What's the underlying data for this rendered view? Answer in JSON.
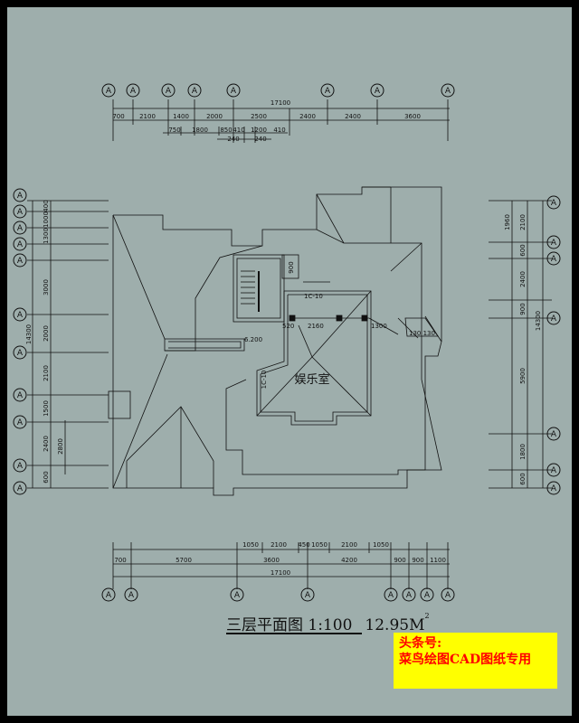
{
  "axes": {
    "top": [
      "A",
      "A",
      "A",
      "A",
      "A",
      "A",
      "A",
      "A"
    ],
    "bottom": [
      "A",
      "A",
      "A",
      "A",
      "A",
      "A",
      "A",
      "A"
    ],
    "left": [
      "A",
      "A",
      "A",
      "A",
      "A",
      "A",
      "A",
      "A",
      "A",
      "A",
      "A"
    ],
    "right": [
      "A",
      "A",
      "A",
      "A",
      "A",
      "A",
      "A"
    ]
  },
  "dims": {
    "top_total": "17100",
    "top_row1": [
      "700",
      "2100",
      "1400",
      "2000",
      "2500",
      "2400",
      "2400",
      "3600"
    ],
    "top_row2": [
      "750",
      "1800",
      "850",
      "410",
      "1200",
      "410"
    ],
    "top_row3": [
      "240",
      "240"
    ],
    "bottom_row1": [
      "1050",
      "2100",
      "450",
      "1050",
      "2100",
      "1050"
    ],
    "bottom_row2": [
      "700",
      "5700",
      "3600",
      "4200",
      "900",
      "900",
      "1100"
    ],
    "bottom_total": "17100",
    "left": [
      "400",
      "1000",
      "1300",
      "3000",
      "2000",
      "2100",
      "1500",
      "2400",
      "600"
    ],
    "left_total": "14300",
    "left_inner": "2800",
    "right": [
      "2100",
      "600",
      "2400",
      "900",
      "5900",
      "1800",
      "600"
    ],
    "right_inner": [
      "1960"
    ],
    "right_total": "14300"
  },
  "annotations": {
    "window1": "1C-10",
    "window2": "1C-10",
    "dim_900": "900",
    "dim_520": "520",
    "dim_2160": "2160",
    "dim_1300": "1300",
    "level": "6.200",
    "stair_dims": "130 130",
    "room": "娱乐室"
  },
  "title": {
    "text": "三层平面图 1:100",
    "area": "12.95M",
    "area_sup": "2"
  },
  "watermark": {
    "line1": "头条号:",
    "line2": "菜鸟绘图CAD图纸专用"
  }
}
